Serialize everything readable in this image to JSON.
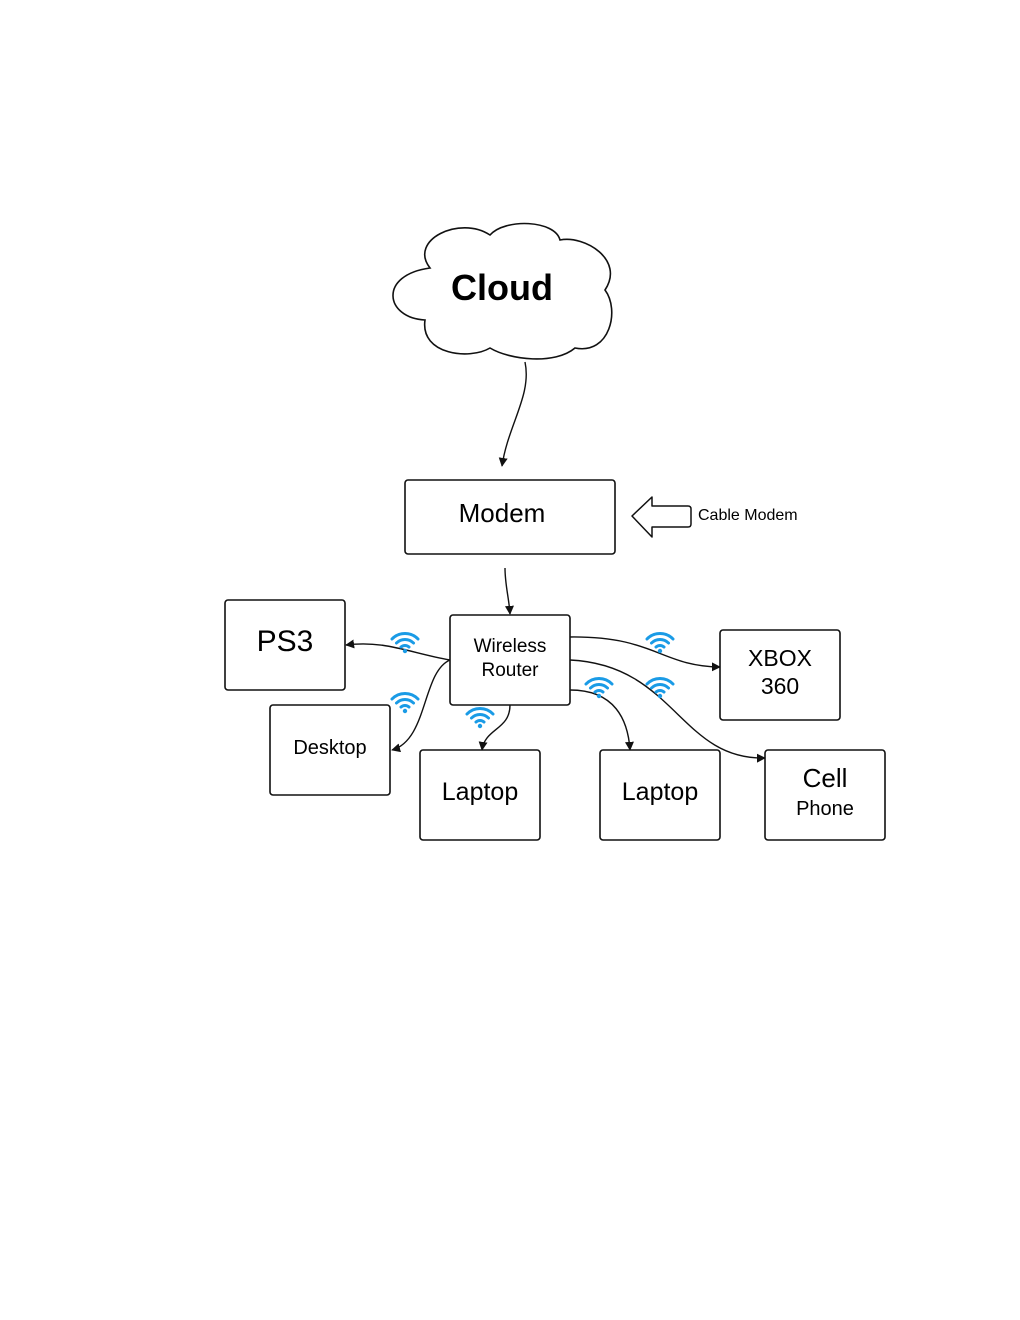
{
  "diagram": {
    "cloud_label": "Cloud",
    "modem": "Modem",
    "callout_label": "Cable Modem",
    "router": {
      "line1": "Wireless",
      "line2": "Router"
    },
    "ps3": "PS3",
    "xbox": {
      "line1": "XBOX",
      "line2": "360"
    },
    "desktop": "Desktop",
    "laptop1": "Laptop",
    "laptop2": "Laptop",
    "cell": {
      "line1": "Cell",
      "line2": "Phone"
    }
  },
  "colors": {
    "stroke": "#111111",
    "wifi": "#1a9be6",
    "background": "#ffffff"
  },
  "icons": {
    "wifi": "wifi-icon",
    "callout": "arrow-left-icon",
    "cloud": "cloud-shape"
  }
}
